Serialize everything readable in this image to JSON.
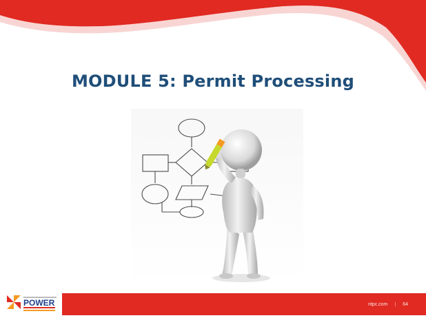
{
  "slide": {
    "title": "MODULE 5: Permit Processing",
    "footer": {
      "website": "ntpc.com",
      "separator": "|",
      "page_number": "64",
      "logo_text": "POWER"
    }
  },
  "colors": {
    "brand_red": "#e02a22",
    "title_blue": "#1f4e79",
    "accent_orange": "#f59a22"
  },
  "icons": {
    "illustration": "person-drawing-flowchart-icon",
    "logo": "power-corporation-logo-icon"
  }
}
